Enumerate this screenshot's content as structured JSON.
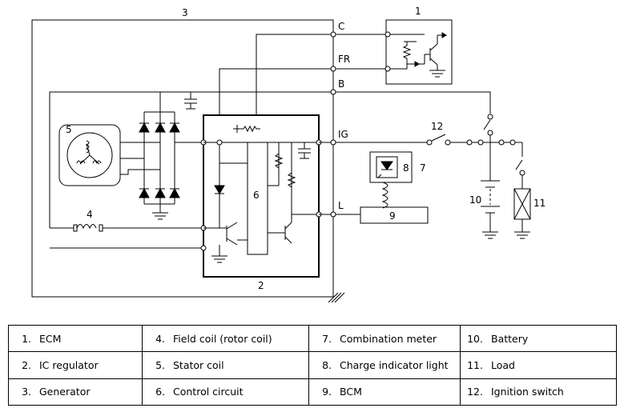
{
  "diagram": {
    "labels": {
      "ecm": "1",
      "ic_regulator": "2",
      "generator": "3",
      "field_coil": "4",
      "stator_coil": "5",
      "control_circuit": "6",
      "combination_meter": "7",
      "charge_indicator_light": "8",
      "bcm": "9",
      "battery": "10",
      "load": "11",
      "ignition_switch": "12"
    },
    "terminals": {
      "c": "C",
      "fr": "FR",
      "b": "B",
      "ig": "IG",
      "l": "L"
    }
  },
  "legend": {
    "rows": [
      [
        {
          "num": "1.",
          "text": "ECM"
        },
        {
          "num": "4.",
          "text": "Field coil (rotor coil)"
        },
        {
          "num": "7.",
          "text": "Combination meter"
        },
        {
          "num": "10.",
          "text": "Battery"
        }
      ],
      [
        {
          "num": "2.",
          "text": "IC regulator"
        },
        {
          "num": "5.",
          "text": "Stator coil"
        },
        {
          "num": "8.",
          "text": "Charge indicator light"
        },
        {
          "num": "11.",
          "text": "Load"
        }
      ],
      [
        {
          "num": "3.",
          "text": "Generator"
        },
        {
          "num": "6.",
          "text": "Control circuit"
        },
        {
          "num": "9.",
          "text": "BCM"
        },
        {
          "num": "12.",
          "text": "Ignition switch"
        }
      ]
    ]
  }
}
